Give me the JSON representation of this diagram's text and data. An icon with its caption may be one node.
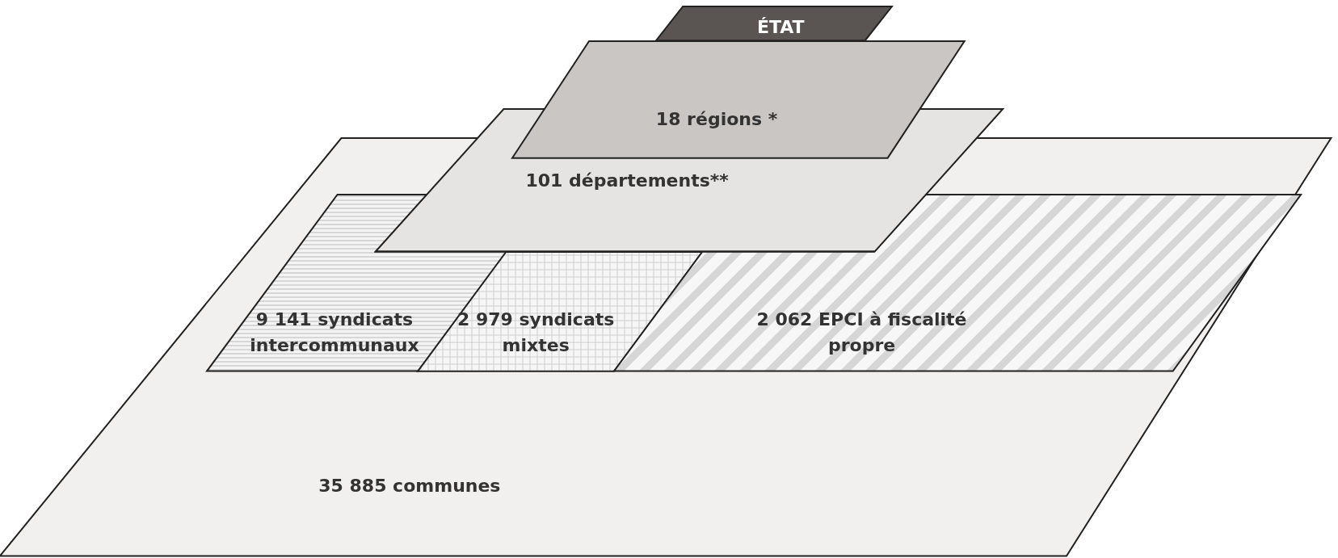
{
  "diagram": {
    "nodes": [
      {
        "text": [
          "ÉTAT"
        ]
      },
      {
        "text": [
          "18 régions *"
        ]
      },
      {
        "text": [
          "101 départements**"
        ]
      },
      {
        "text": [
          "35 885 communes"
        ]
      },
      {
        "text": [
          "9 141 syndicats intercommunaux"
        ],
        "in": 3
      },
      {
        "text": [
          "2 979 syndicats mixtes"
        ],
        "in": 3
      },
      {
        "text": [
          "2 062 EPCI à fiscalité propre"
        ],
        "in": 3
      }
    ]
  }
}
